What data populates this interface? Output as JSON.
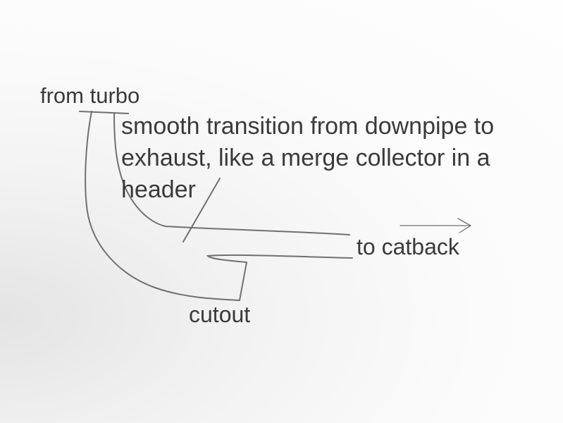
{
  "labels": {
    "from_turbo": "from turbo",
    "description_lines": [
      "smooth transition from downpipe to",
      "exhaust, like a merge collector in a",
      "header"
    ],
    "to_catback": "to catback",
    "cutout": "cutout"
  },
  "colors": {
    "ink": "#6f6f6f",
    "text": "#3a3a3a"
  }
}
